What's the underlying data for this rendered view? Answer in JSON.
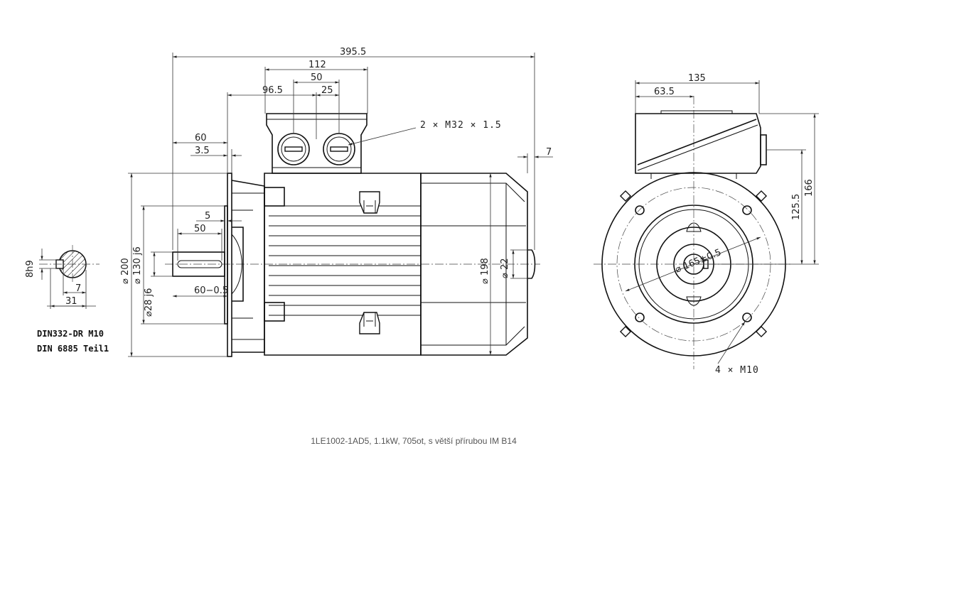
{
  "drawing": {
    "caption": "1LE1002-1AD5, 1.1kW, 705ot, s větší přírubou IM B14",
    "standards": [
      "DIN332-DR M10",
      "DIN 6885 Teil1"
    ],
    "shaft_end": {
      "tolerance": "8h9",
      "key_width": "7",
      "shaft_height": "31"
    },
    "side_view": {
      "overall_length": "395.5",
      "terminal_box_length": "112",
      "gland_spacing_outer": "50",
      "gland_spacing_inner": "25",
      "box_offset": "96.5",
      "flange_to_shaft_end": "60",
      "flange_thickness": "3.5",
      "cable_glands": "2 × M32 × 1.5",
      "fan_cover_protrusion": "7",
      "spigot_depth": "5",
      "key_length": "50",
      "key_offset": "60−0.5",
      "flange_diameter": "⌀ 200",
      "spigot_diameter": "⌀ 130 j6",
      "shaft_diameter": "⌀28 j6",
      "frame_diameter": "⌀ 198",
      "fan_hub_diameter": "⌀ 22"
    },
    "end_view": {
      "box_width": "135",
      "box_half_width": "63.5",
      "box_height": "166",
      "shaft_center_height": "125.5",
      "bolt_circle": "⌀ 165±0.5",
      "bolt_holes": "4 × M10"
    }
  }
}
